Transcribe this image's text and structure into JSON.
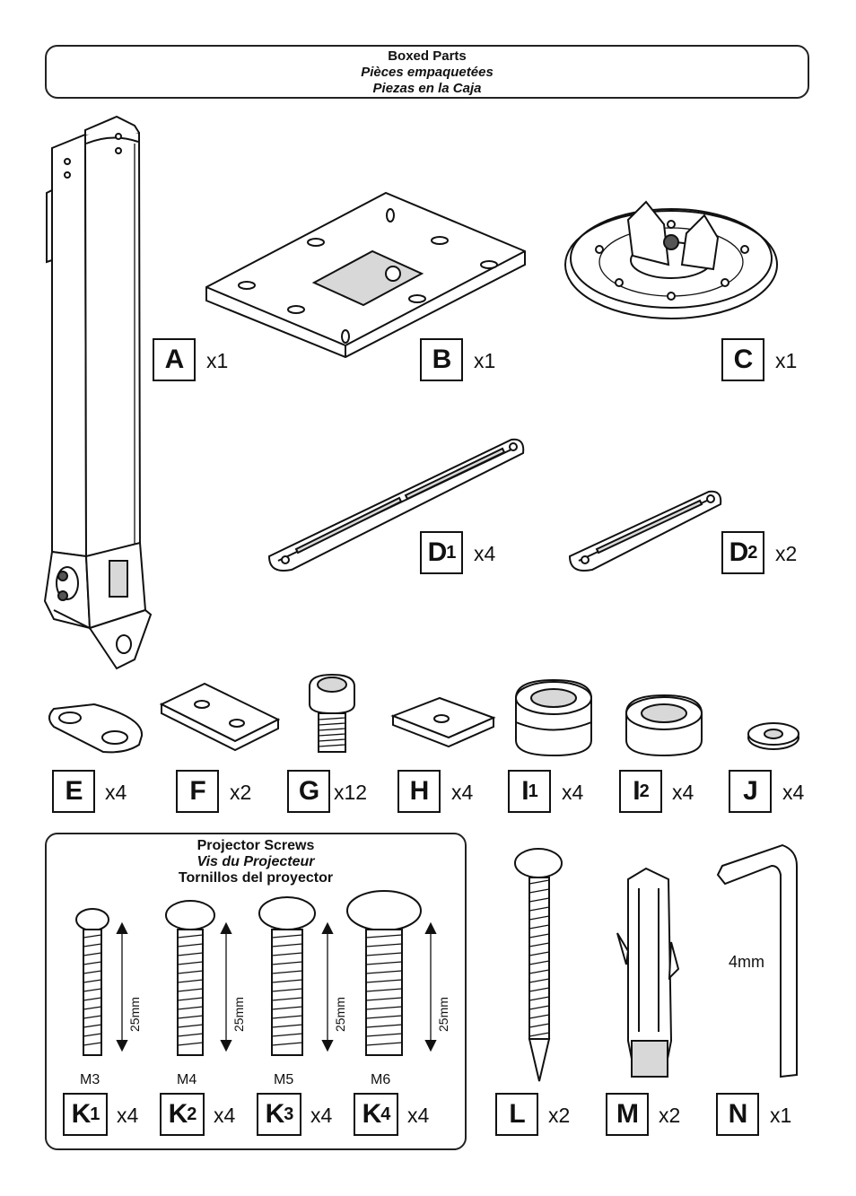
{
  "header": {
    "en": "Boxed Parts",
    "fr": "Pièces empaquetées",
    "es": "Piezas en la Caja"
  },
  "parts": {
    "A": {
      "letter": "A",
      "sub": "",
      "qty": "x1"
    },
    "B": {
      "letter": "B",
      "sub": "",
      "qty": "x1"
    },
    "C": {
      "letter": "C",
      "sub": "",
      "qty": "x1"
    },
    "D1": {
      "letter": "D",
      "sub": "1",
      "qty": "x4"
    },
    "D2": {
      "letter": "D",
      "sub": "2",
      "qty": "x2"
    },
    "E": {
      "letter": "E",
      "sub": "",
      "qty": "x4"
    },
    "F": {
      "letter": "F",
      "sub": "",
      "qty": "x2"
    },
    "G": {
      "letter": "G",
      "sub": "",
      "qty": "x12"
    },
    "H": {
      "letter": "H",
      "sub": "",
      "qty": "x4"
    },
    "I1": {
      "letter": "I",
      "sub": "1",
      "qty": "x4"
    },
    "I2": {
      "letter": "I",
      "sub": "2",
      "qty": "x4"
    },
    "J": {
      "letter": "J",
      "sub": "",
      "qty": "x4"
    },
    "K1": {
      "letter": "K",
      "sub": "1",
      "qty": "x4",
      "size": "M3",
      "length": "25mm"
    },
    "K2": {
      "letter": "K",
      "sub": "2",
      "qty": "x4",
      "size": "M4",
      "length": "25mm"
    },
    "K3": {
      "letter": "K",
      "sub": "3",
      "qty": "x4",
      "size": "M5",
      "length": "25mm"
    },
    "K4": {
      "letter": "K",
      "sub": "4",
      "qty": "x4",
      "size": "M6",
      "length": "25mm"
    },
    "L": {
      "letter": "L",
      "sub": "",
      "qty": "x2"
    },
    "M": {
      "letter": "M",
      "sub": "",
      "qty": "x2"
    },
    "N": {
      "letter": "N",
      "sub": "",
      "qty": "x1",
      "size": "4mm"
    }
  },
  "projector_screws": {
    "en": "Projector Screws",
    "fr": "Vis du Projecteur",
    "es": "Tornillos del proyector"
  }
}
